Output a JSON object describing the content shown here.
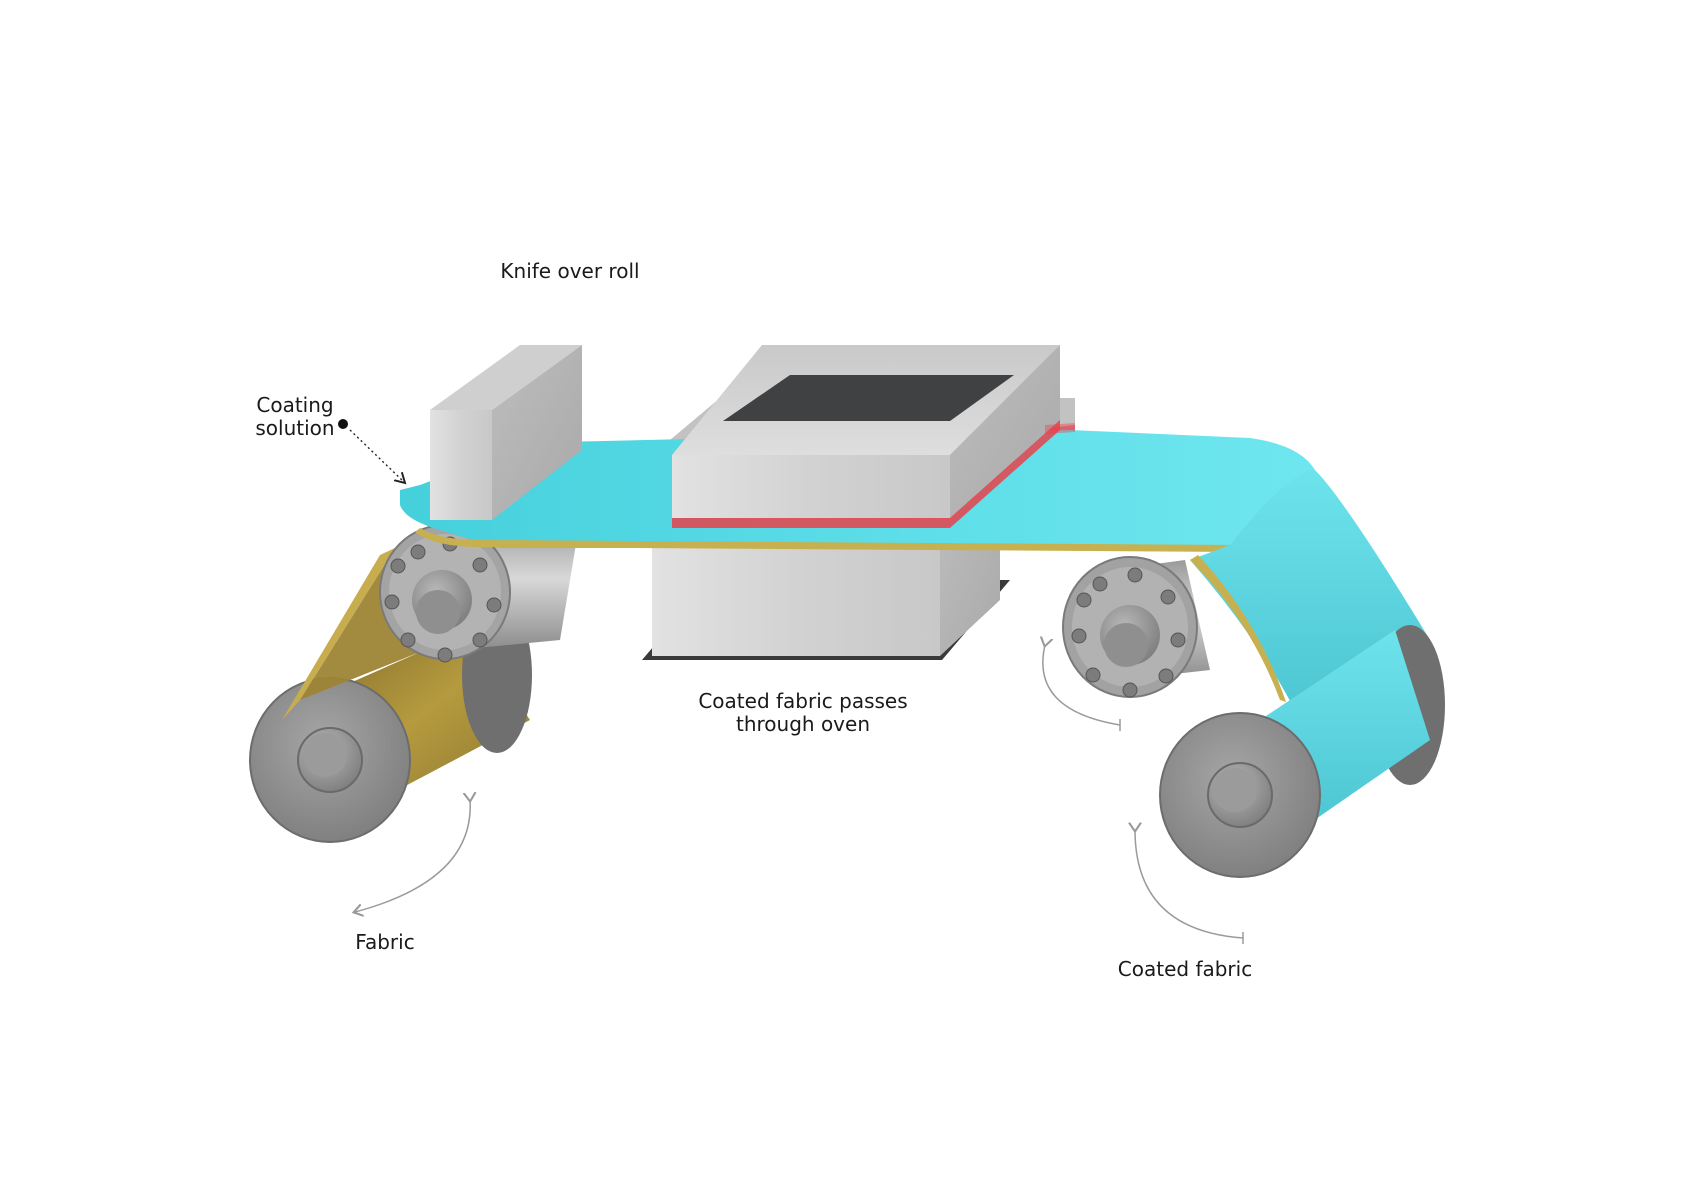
{
  "labels": {
    "knife": "Knife over roll",
    "coating_line1": "Coating",
    "coating_line2": "solution",
    "oven_line1": "Coated fabric passes",
    "oven_line2": "through oven",
    "fabric": "Fabric",
    "coated_fabric": "Coated fabric"
  },
  "colors": {
    "coating": "#4fd6e2",
    "fabric": "#b59a3e",
    "metal": "#d4d4d4",
    "roller": "#8a8a8a",
    "heater": "#e8414a",
    "oven_window": "#3f4142",
    "arrow": "#9a9a9a"
  }
}
